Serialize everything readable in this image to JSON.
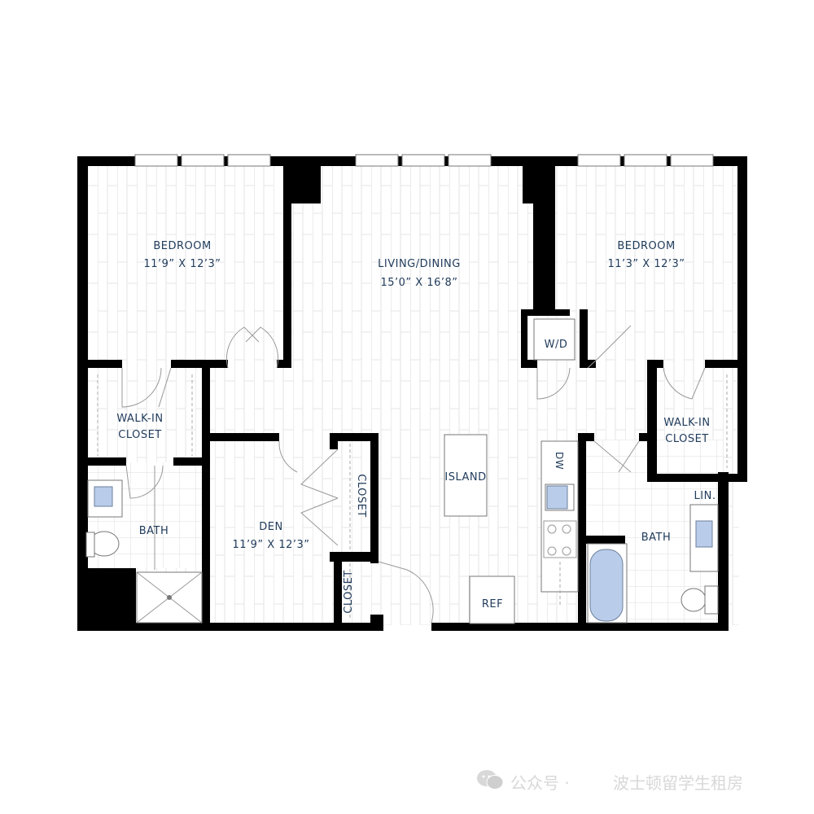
{
  "rooms": {
    "bedroom_left": {
      "name": "BEDROOM",
      "size": "11’9” X 12’3”"
    },
    "living": {
      "name": "LIVING/DINING",
      "size": "15’0” X 16’8”"
    },
    "bedroom_right": {
      "name": "BEDROOM",
      "size": "11’3” X 12’3”"
    },
    "walkin_left": {
      "line1": "WALK-IN",
      "line2": "CLOSET"
    },
    "walkin_right": {
      "line1": "WALK-IN",
      "line2": "CLOSET"
    },
    "bath_left": {
      "name": "BATH"
    },
    "bath_right": {
      "name": "BATH"
    },
    "den": {
      "name": "DEN",
      "size": "11’9” X 12’3”"
    },
    "closet_den": {
      "name": "CLOSET"
    },
    "closet_entry": {
      "name": "CLOSET"
    }
  },
  "fixtures": {
    "washer_dryer": "W/D",
    "island": "ISLAND",
    "dishwasher": "DW",
    "refrigerator": "REF",
    "linen": "LIN."
  },
  "colors": {
    "walls": "#000000",
    "labels": "#1f3a5a",
    "fixtures_blue": "#b9cdea"
  },
  "watermark": {
    "icon": "wechat-icon",
    "text_a": "公众号 ·",
    "text_b": "波士顿留学生租房"
  }
}
